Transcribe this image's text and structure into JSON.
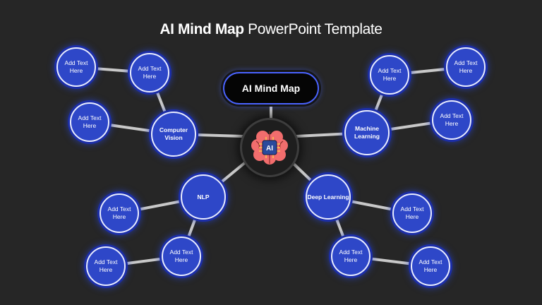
{
  "title": {
    "bold": "AI Mind Map",
    "regular": " PowerPoint Template"
  },
  "topic": "AI Mind Map",
  "center_icon": {
    "name": "brain-chip-icon",
    "label": "AI"
  },
  "branches": {
    "computer_vision": {
      "label": "Computer Vision",
      "leaves": [
        "Add Text Here",
        "Add Text Here",
        "Add Text Here"
      ]
    },
    "machine_learning": {
      "label": "Machine Learning",
      "leaves": [
        "Add Text Here",
        "Add Text Here",
        "Add Text Here"
      ]
    },
    "nlp": {
      "label": "NLP",
      "leaves": [
        "Add Text Here",
        "Add Text Here",
        "Add Text Here"
      ]
    },
    "deep_learning": {
      "label": "Deep Learning",
      "leaves": [
        "Add Text Here",
        "Add Text Here",
        "Add Text Here"
      ]
    }
  },
  "colors": {
    "background": "#262626",
    "node": "#2e47c8",
    "line": "#c8c8c8",
    "brain": "#f26d6d",
    "chip": "#2a4a9c"
  }
}
